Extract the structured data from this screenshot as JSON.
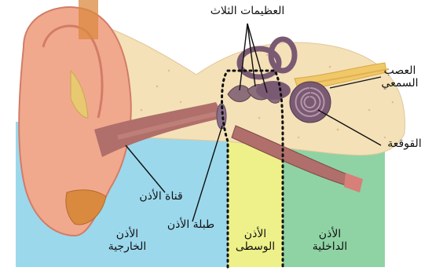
{
  "diagram": {
    "title": "",
    "colors": {
      "outer_ear_region": "#9cd8ec",
      "middle_ear_region": "#eef18a",
      "inner_ear_region": "#8fd3a4",
      "bone": "#f4e1b8",
      "skin": "#f1a98e",
      "canal": "#b06f6a",
      "cochlea": "#7a5a73",
      "nerve": "#f0c86a"
    },
    "labels": {
      "ossicles": "العظيمات الثلاث",
      "auditory_nerve_line1": "العصب",
      "auditory_nerve_line2": "السمعي",
      "cochlea": "القوقعة",
      "ear_canal": "قناة الأذن",
      "eardrum": "طبلة الأذن",
      "outer_ear_line1": "الأذن",
      "outer_ear_line2": "الخارجية",
      "middle_ear_line1": "الأذن",
      "middle_ear_line2": "الوسطى",
      "inner_ear_line1": "الأذن",
      "inner_ear_line2": "الداخلية"
    }
  }
}
